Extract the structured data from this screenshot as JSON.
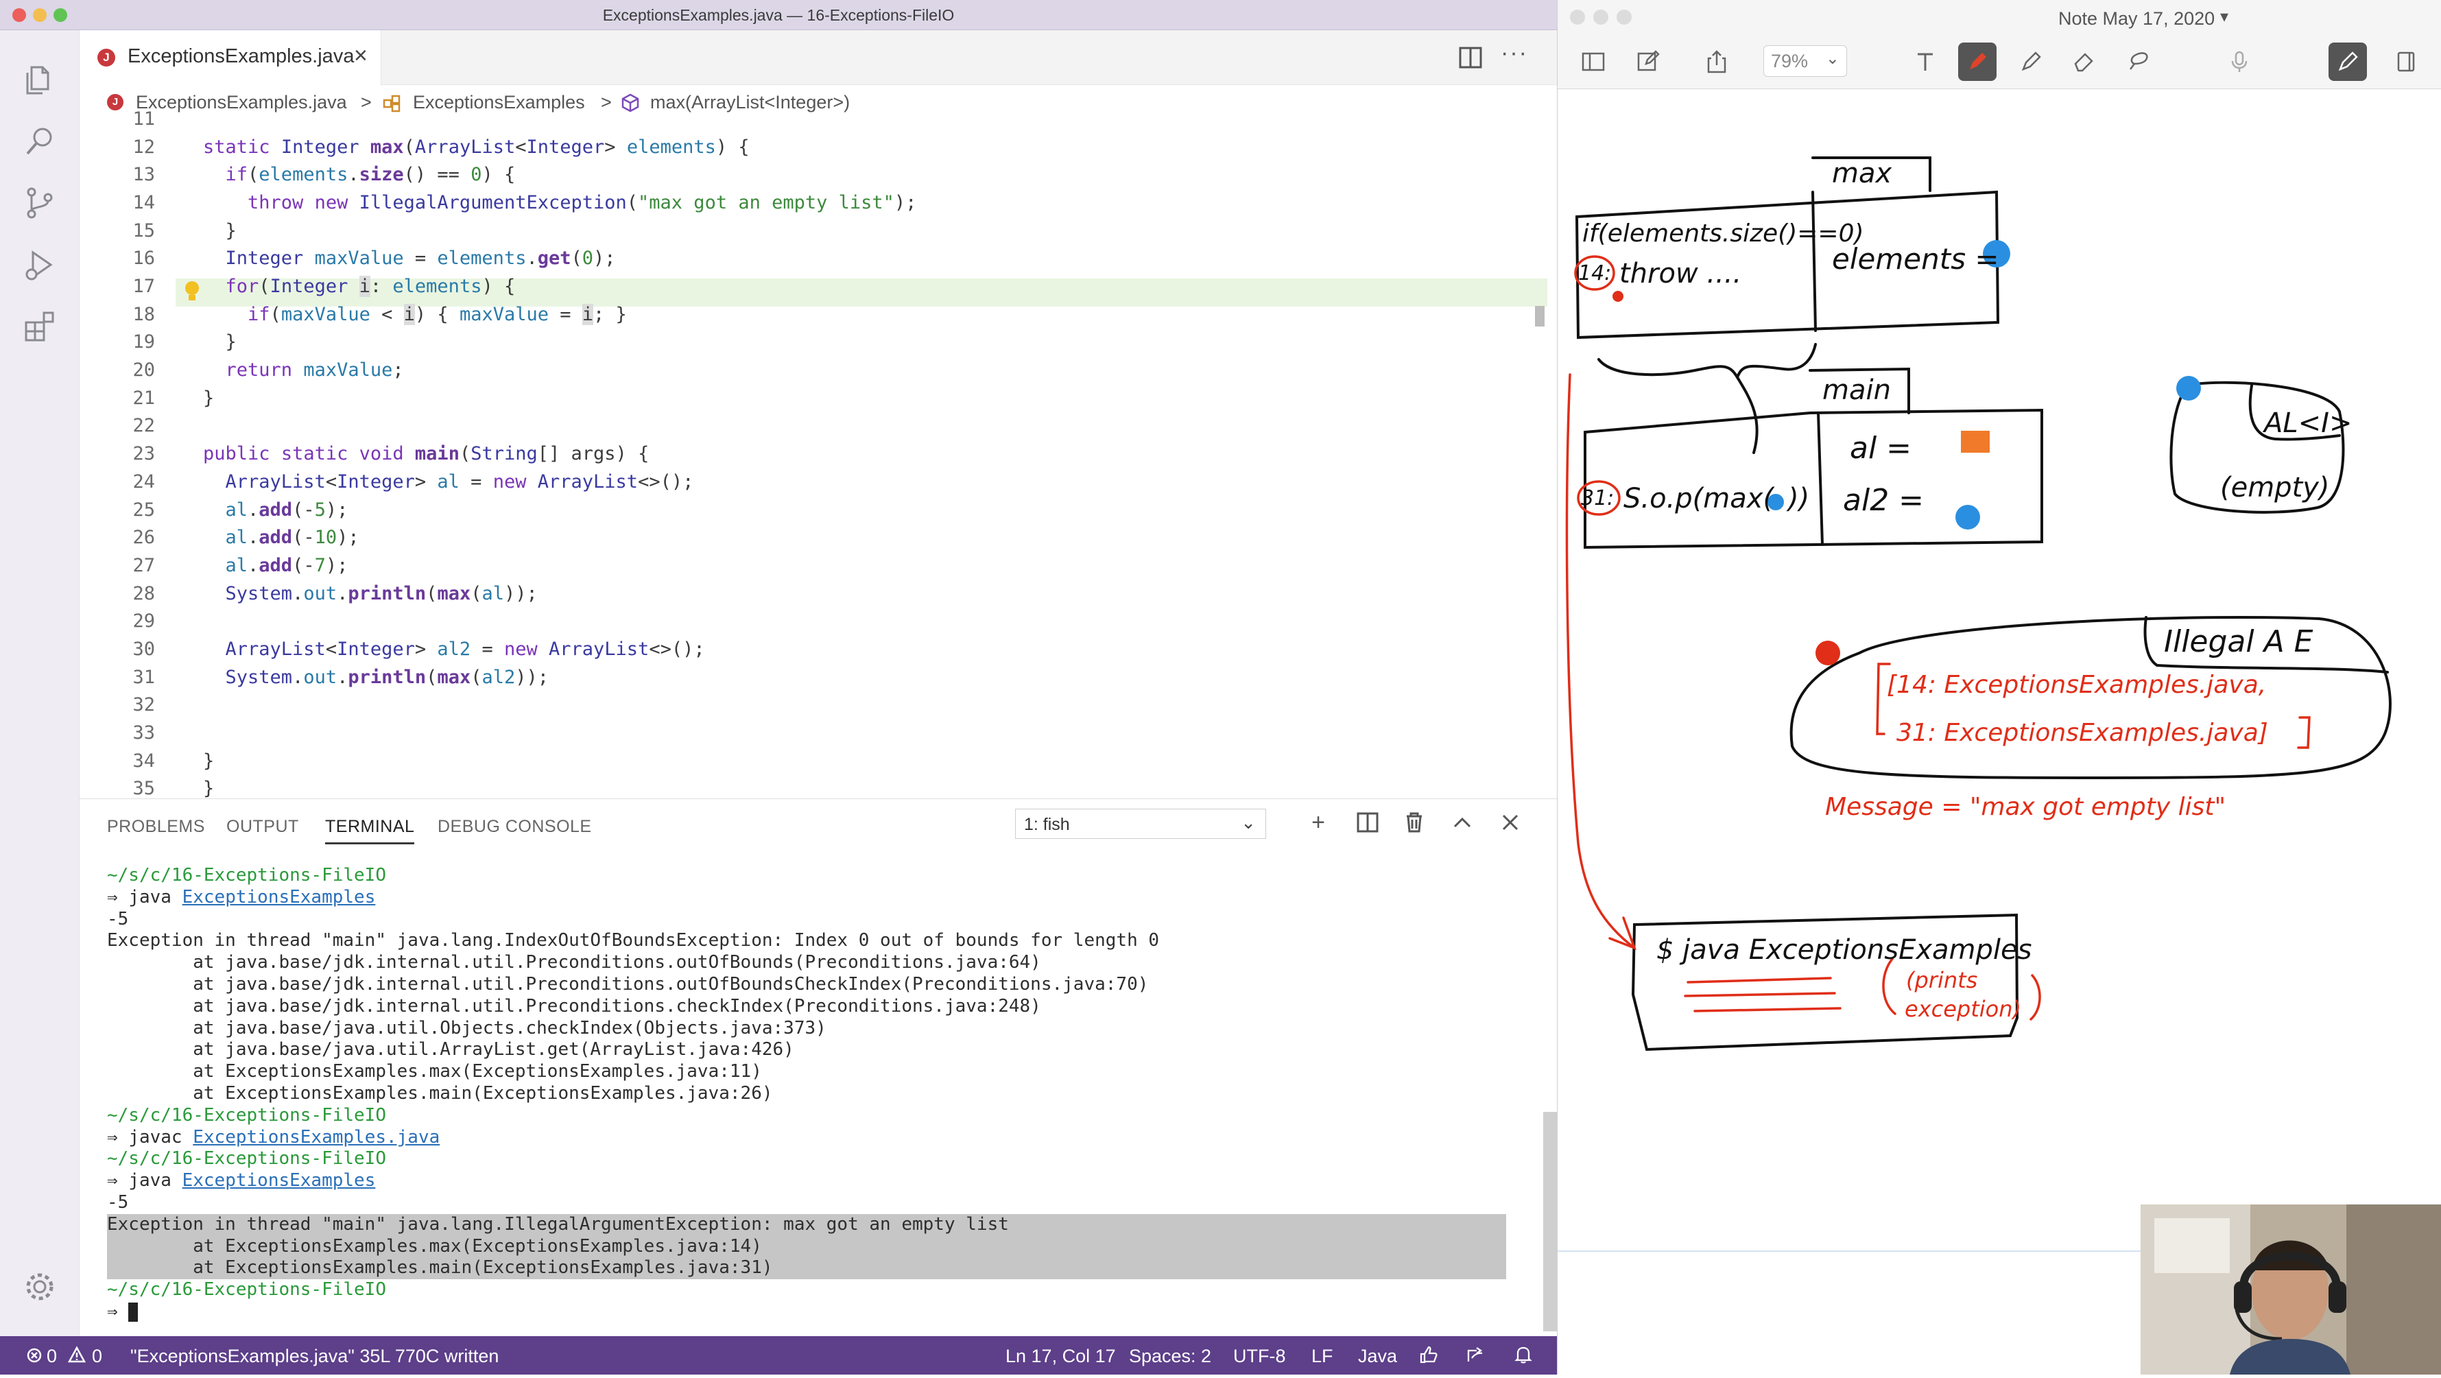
{
  "window": {
    "title": "ExceptionsExamples.java — 16-Exceptions-FileIO",
    "traffic": {
      "close": "#ec5f5a",
      "minimize": "#f3be4f",
      "zoom": "#5fc454"
    }
  },
  "activity_bar": [
    "explorer-icon",
    "search-icon",
    "source-control-icon",
    "run-debug-icon",
    "extensions-icon",
    "settings-gear-icon"
  ],
  "tab": {
    "label": "ExceptionsExamples.java",
    "close": "×",
    "file_icon": "J",
    "more": "···"
  },
  "breadcrumb": {
    "file": "ExceptionsExamples.java",
    "class": "ExceptionsExamples",
    "method": "max(ArrayList<Integer>)",
    "sep": ">"
  },
  "editor": {
    "lines": [
      {
        "n": "11",
        "c": ""
      },
      {
        "n": "12",
        "c": "static Integer max(ArrayList<Integer> elements) {"
      },
      {
        "n": "13",
        "c": "  if(elements.size() == 0) {"
      },
      {
        "n": "14",
        "c": "    throw new IllegalArgumentException(\"max got an empty list\");"
      },
      {
        "n": "15",
        "c": "  }"
      },
      {
        "n": "16",
        "c": "  Integer maxValue = elements.get(0);"
      },
      {
        "n": "17",
        "c": "  for(Integer i: elements) {"
      },
      {
        "n": "18",
        "c": "    if(maxValue < i) { maxValue = i; }"
      },
      {
        "n": "19",
        "c": "  }"
      },
      {
        "n": "20",
        "c": "  return maxValue;"
      },
      {
        "n": "21",
        "c": "}"
      },
      {
        "n": "22",
        "c": ""
      },
      {
        "n": "23",
        "c": "public static void main(String[] args) {"
      },
      {
        "n": "24",
        "c": "  ArrayList<Integer> al = new ArrayList<>();"
      },
      {
        "n": "25",
        "c": "  al.add(-5);"
      },
      {
        "n": "26",
        "c": "  al.add(-10);"
      },
      {
        "n": "27",
        "c": "  al.add(-7);"
      },
      {
        "n": "28",
        "c": "  System.out.println(max(al));"
      },
      {
        "n": "29",
        "c": ""
      },
      {
        "n": "30",
        "c": "  ArrayList<Integer> al2 = new ArrayList<>();"
      },
      {
        "n": "31",
        "c": "  System.out.println(max(al2));"
      },
      {
        "n": "32",
        "c": ""
      },
      {
        "n": "33",
        "c": ""
      },
      {
        "n": "34",
        "c": "}"
      },
      {
        "n": "35",
        "c": "}"
      }
    ]
  },
  "panel": {
    "tabs": [
      "PROBLEMS",
      "OUTPUT",
      "TERMINAL",
      "DEBUG CONSOLE"
    ],
    "terminal_select": "1: fish",
    "terminal_lines": [
      {
        "t": "path",
        "text": "~/s/c/16-Exceptions-FileIO"
      },
      {
        "t": "cmd",
        "prompt": "⇒ ",
        "cmd": "java ",
        "arg": "ExceptionsExamples"
      },
      {
        "t": "out",
        "text": "-5"
      },
      {
        "t": "out",
        "text": "Exception in thread \"main\" java.lang.IndexOutOfBoundsException: Index 0 out of bounds for length 0"
      },
      {
        "t": "out",
        "text": "        at java.base/jdk.internal.util.Preconditions.outOfBounds(Preconditions.java:64)"
      },
      {
        "t": "out",
        "text": "        at java.base/jdk.internal.util.Preconditions.outOfBoundsCheckIndex(Preconditions.java:70)"
      },
      {
        "t": "out",
        "text": "        at java.base/jdk.internal.util.Preconditions.checkIndex(Preconditions.java:248)"
      },
      {
        "t": "out",
        "text": "        at java.base/java.util.Objects.checkIndex(Objects.java:373)"
      },
      {
        "t": "out",
        "text": "        at java.base/java.util.ArrayList.get(ArrayList.java:426)"
      },
      {
        "t": "out",
        "text": "        at ExceptionsExamples.max(ExceptionsExamples.java:11)"
      },
      {
        "t": "out",
        "text": "        at ExceptionsExamples.main(ExceptionsExamples.java:26)"
      },
      {
        "t": "path",
        "text": "~/s/c/16-Exceptions-FileIO"
      },
      {
        "t": "cmd",
        "prompt": "⇒ ",
        "cmd": "javac ",
        "arg": "ExceptionsExamples.java"
      },
      {
        "t": "path",
        "text": "~/s/c/16-Exceptions-FileIO"
      },
      {
        "t": "cmd",
        "prompt": "⇒ ",
        "cmd": "java ",
        "arg": "ExceptionsExamples"
      },
      {
        "t": "out",
        "text": "-5"
      },
      {
        "t": "sel",
        "text": "Exception in thread \"main\" java.lang.IllegalArgumentException: max got an empty list"
      },
      {
        "t": "sel",
        "text": "        at ExceptionsExamples.max(ExceptionsExamples.java:14)"
      },
      {
        "t": "sel",
        "text": "        at ExceptionsExamples.main(ExceptionsExamples.java:31)"
      },
      {
        "t": "path",
        "text": "~/s/c/16-Exceptions-FileIO"
      },
      {
        "t": "prompt",
        "prompt": "⇒ "
      }
    ]
  },
  "status_bar": {
    "errors": "0",
    "warnings": "0",
    "message": "\"ExceptionsExamples.java\" 35L 770C written",
    "position": "Ln 17, Col 17",
    "spaces": "Spaces: 2",
    "encoding": "UTF-8",
    "eol": "LF",
    "language": "Java",
    "bg": "#5d3f8a"
  },
  "notes": {
    "title": "Note May 17, 2020",
    "zoom": "79%",
    "drawing": {
      "max_label": "max",
      "main_label": "main",
      "if_line": "if(elements.size()==0)",
      "line14": "14:",
      "throw": "throw ....",
      "elements": "elements =",
      "line31": "31:",
      "sop": "S.o.p(max(",
      "sop_end": "))",
      "al": "al  =",
      "al2": "al2 =",
      "al_type": "AL<I>",
      "empty": "(empty)",
      "illegal": "Illegal A E",
      "trace1": "[14: ExceptionsExamples.java,",
      "trace2": "31: ExceptionsExamples.java]",
      "message": "Message = \"max got empty list\"",
      "java_cmd": "$ java ExceptionsExamples",
      "prints": "(prints",
      "exception": "exception)"
    },
    "colors": {
      "blue": "#2a8fe0",
      "red": "#e02e18",
      "orange": "#f07a2a"
    }
  }
}
